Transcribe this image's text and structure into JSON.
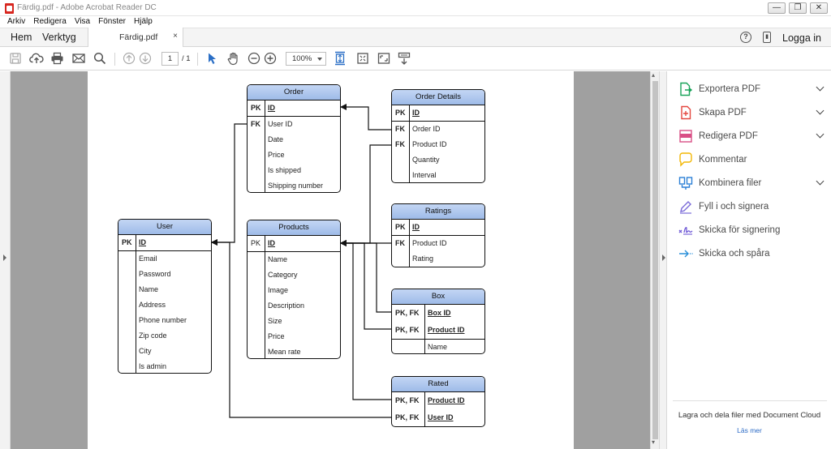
{
  "window": {
    "title": "Färdig.pdf - Adobe Acrobat Reader DC",
    "buttons": [
      "—",
      "❐",
      "✕"
    ]
  },
  "menu": [
    "Arkiv",
    "Redigera",
    "Visa",
    "Fönster",
    "Hjälp"
  ],
  "tabs": {
    "home": "Hem",
    "tools": "Verktyg",
    "document": "Färdig.pdf",
    "close": "×",
    "help": "?",
    "login": "Logga in"
  },
  "toolbar": {
    "page_current": "1",
    "page_total": "/ 1",
    "zoom": "100%"
  },
  "right_panel": {
    "tools": [
      {
        "label": "Exportera PDF",
        "icon": "export-pdf-icon",
        "color": "#1aa35a",
        "expand": true
      },
      {
        "label": "Skapa PDF",
        "icon": "create-pdf-icon",
        "color": "#e4463e",
        "expand": true
      },
      {
        "label": "Redigera PDF",
        "icon": "edit-pdf-icon",
        "color": "#d94f86",
        "expand": true
      },
      {
        "label": "Kommentar",
        "icon": "comment-icon",
        "color": "#f2b705",
        "expand": false
      },
      {
        "label": "Kombinera filer",
        "icon": "combine-files-icon",
        "color": "#2b7fd6",
        "expand": true
      },
      {
        "label": "Fyll i och signera",
        "icon": "fill-sign-icon",
        "color": "#7a6ad8",
        "expand": false
      },
      {
        "label": "Skicka för signering",
        "icon": "send-sign-icon",
        "color": "#6f59d6",
        "expand": false
      },
      {
        "label": "Skicka och spåra",
        "icon": "send-track-icon",
        "color": "#2a8fd9",
        "expand": false
      }
    ],
    "cloud_text": "Lagra och dela filer med Document Cloud",
    "more_link": "Läs mer"
  },
  "diagram": {
    "order": {
      "title": "Order",
      "rows": [
        {
          "key": "PK",
          "value": "ID",
          "emph": true
        },
        {
          "key": "FK",
          "value": "User ID",
          "emph": false
        },
        {
          "key": "",
          "value": "Date",
          "emph": false
        },
        {
          "key": "",
          "value": "Price",
          "emph": false
        },
        {
          "key": "",
          "value": "Is shipped",
          "emph": false
        },
        {
          "key": "",
          "value": "Shipping number",
          "emph": false
        }
      ]
    },
    "order_details": {
      "title": "Order Details",
      "rows": [
        {
          "key": "PK",
          "value": "ID",
          "emph": true
        },
        {
          "key": "FK",
          "value": "Order ID",
          "emph": false
        },
        {
          "key": "FK",
          "value": "Product ID",
          "emph": false
        },
        {
          "key": "",
          "value": "Quantity",
          "emph": false
        },
        {
          "key": "",
          "value": "Interval",
          "emph": false
        }
      ]
    },
    "user": {
      "title": "User",
      "rows": [
        {
          "key": "PK",
          "value": "ID",
          "emph": true
        },
        {
          "key": "",
          "value": "Email",
          "emph": false
        },
        {
          "key": "",
          "value": "Password",
          "emph": false
        },
        {
          "key": "",
          "value": "Name",
          "emph": false
        },
        {
          "key": "",
          "value": "Address",
          "emph": false
        },
        {
          "key": "",
          "value": "Phone number",
          "emph": false
        },
        {
          "key": "",
          "value": "Zip code",
          "emph": false
        },
        {
          "key": "",
          "value": "City",
          "emph": false
        },
        {
          "key": "",
          "value": "Is admin",
          "emph": false
        }
      ]
    },
    "products": {
      "title": "Products",
      "rows": [
        {
          "key": "PK",
          "value": "ID",
          "emph": true
        },
        {
          "key": "",
          "value": "Name",
          "emph": false
        },
        {
          "key": "",
          "value": "Category",
          "emph": false
        },
        {
          "key": "",
          "value": "Image",
          "emph": false
        },
        {
          "key": "",
          "value": "Description",
          "emph": false
        },
        {
          "key": "",
          "value": "Size",
          "emph": false
        },
        {
          "key": "",
          "value": "Price",
          "emph": false
        },
        {
          "key": "",
          "value": "Mean rate",
          "emph": false
        }
      ]
    },
    "ratings": {
      "title": "Ratings",
      "rows": [
        {
          "key": "PK",
          "value": "ID",
          "emph": true
        },
        {
          "key": "FK",
          "value": "Product ID",
          "emph": false
        },
        {
          "key": "",
          "value": "Rating",
          "emph": false
        }
      ]
    },
    "box": {
      "title": "Box",
      "rows": [
        {
          "key": "PK, FK",
          "value": "Box ID",
          "emph": true
        },
        {
          "key": "PK, FK",
          "value": "Product ID",
          "emph": true
        },
        {
          "key": "",
          "value": "Name",
          "emph": false
        }
      ]
    },
    "rated": {
      "title": "Rated",
      "rows": [
        {
          "key": "PK, FK",
          "value": "Product ID",
          "emph": true
        },
        {
          "key": "PK, FK",
          "value": "User ID",
          "emph": true
        }
      ]
    }
  }
}
